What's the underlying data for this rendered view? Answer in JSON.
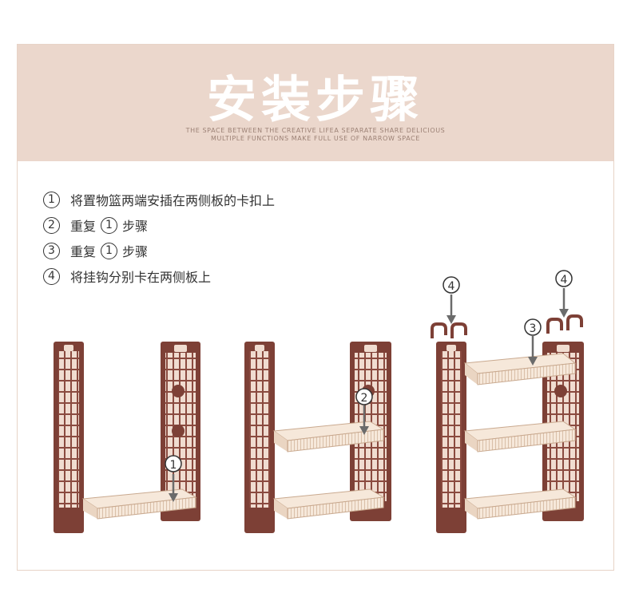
{
  "banner": {
    "title": "安装步骤",
    "subtitle_line1": "THE SPACE BETWEEN THE CREATIVE LIFEA SEPARATE SHARE DELICIOUS",
    "subtitle_line2": "MULTIPLE FUNCTIONS MAKE FULL USE OF NARROW SPACE",
    "bg_color": "#ebd7cc"
  },
  "steps": [
    {
      "num": "1",
      "text": "将置物篮两端安插在两侧板的卡扣上"
    },
    {
      "num": "2",
      "text_a": "重复",
      "ref": "1",
      "text_b": "步骤"
    },
    {
      "num": "3",
      "text_a": "重复",
      "ref": "1",
      "text_b": "步骤"
    },
    {
      "num": "4",
      "text": "将挂钩分别卡在两侧板上"
    }
  ],
  "illustration": {
    "marker1": "1",
    "marker2": "2",
    "marker3": "3",
    "marker4a": "4",
    "marker4b": "4",
    "frame_color": "#8a4a3f",
    "basket_color": "#f3e2d0"
  }
}
